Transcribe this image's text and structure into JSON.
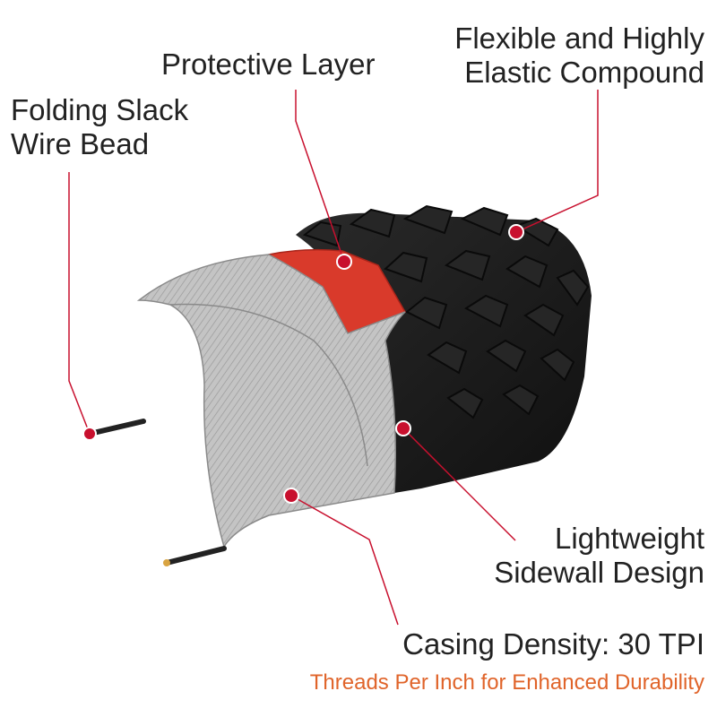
{
  "labels": {
    "bead": {
      "line1": "Folding Slack",
      "line2": "Wire Bead"
    },
    "protective": {
      "line1": "Protective Layer"
    },
    "compound": {
      "line1": "Flexible and Highly",
      "line2": "Elastic Compound"
    },
    "sidewall": {
      "line1": "Lightweight",
      "line2": "Sidewall Design"
    },
    "casing": {
      "line1": "Casing Density: 30 TPI",
      "sub": "Threads Per Inch for Enhanced Durability"
    }
  },
  "colors": {
    "callout": "#c8102e",
    "subtitle": "#e0642a",
    "tread": "#1c1c1c",
    "protective_layer": "#d93a2b",
    "casing": "#b4b4b4"
  }
}
